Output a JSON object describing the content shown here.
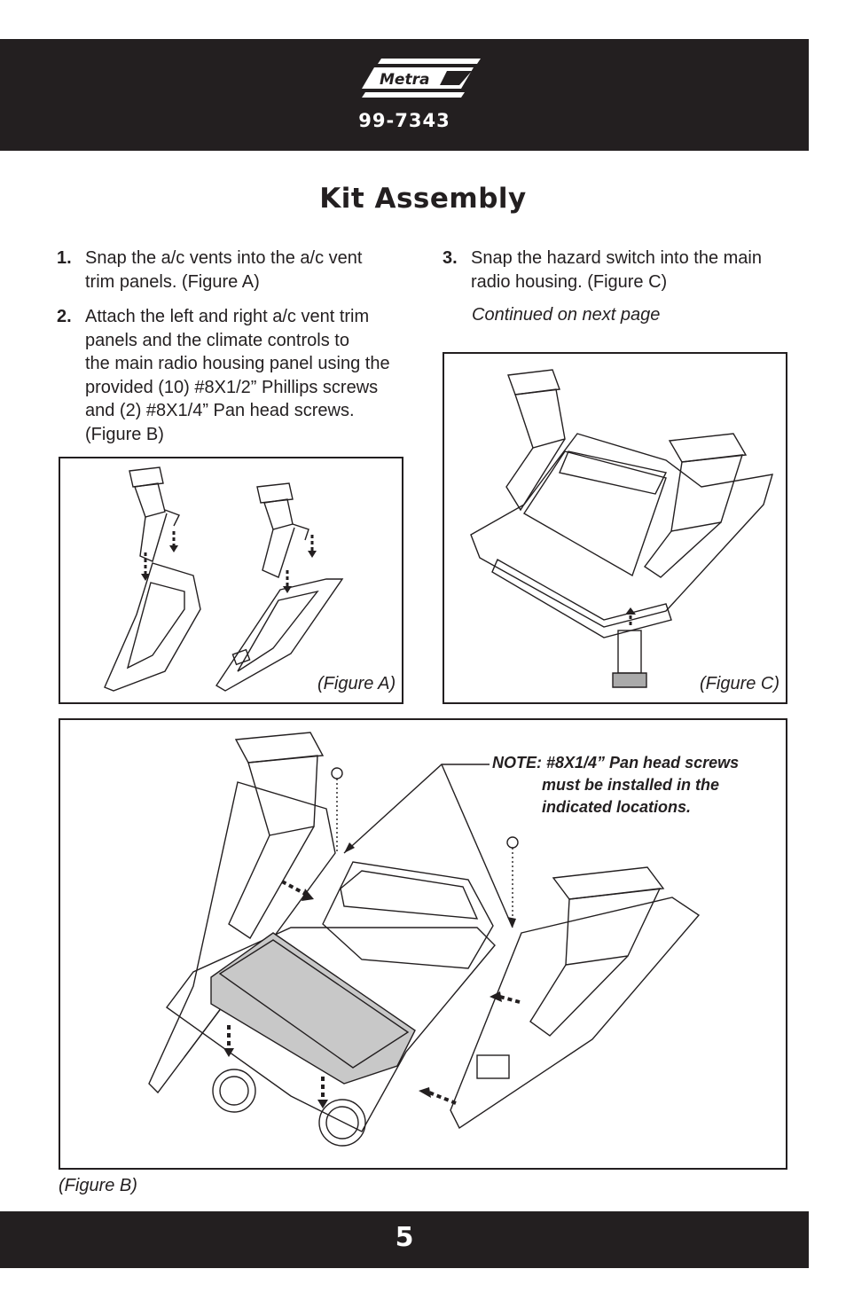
{
  "header": {
    "brand": "Metra",
    "part_number": "99-7343"
  },
  "title": "Kit Assembly",
  "steps": [
    {
      "num": "1.",
      "lines": [
        "Snap the a/c vents into the a/c vent",
        "trim panels.  (Figure A)"
      ]
    },
    {
      "num": "2.",
      "lines": [
        "Attach the left and right a/c vent trim",
        "panels and the climate controls to",
        "the main radio housing panel using the",
        "provided (10) #8X1/2” Phillips screws",
        "and (2) #8X1/4” Pan head screws.",
        "(Figure B)"
      ]
    },
    {
      "num": "3.",
      "lines": [
        "Snap the hazard switch into the main",
        "radio housing.  (Figure C)"
      ]
    }
  ],
  "continued": "Continued on next page",
  "figures": {
    "a_caption": "(Figure A)",
    "b_caption": "(Figure B)",
    "c_caption": "(Figure C)"
  },
  "note": {
    "lines": [
      "NOTE: #8X1/4” Pan head screws",
      "must be installed in the",
      "indicated locations."
    ]
  },
  "footer": {
    "page_number": "5"
  }
}
